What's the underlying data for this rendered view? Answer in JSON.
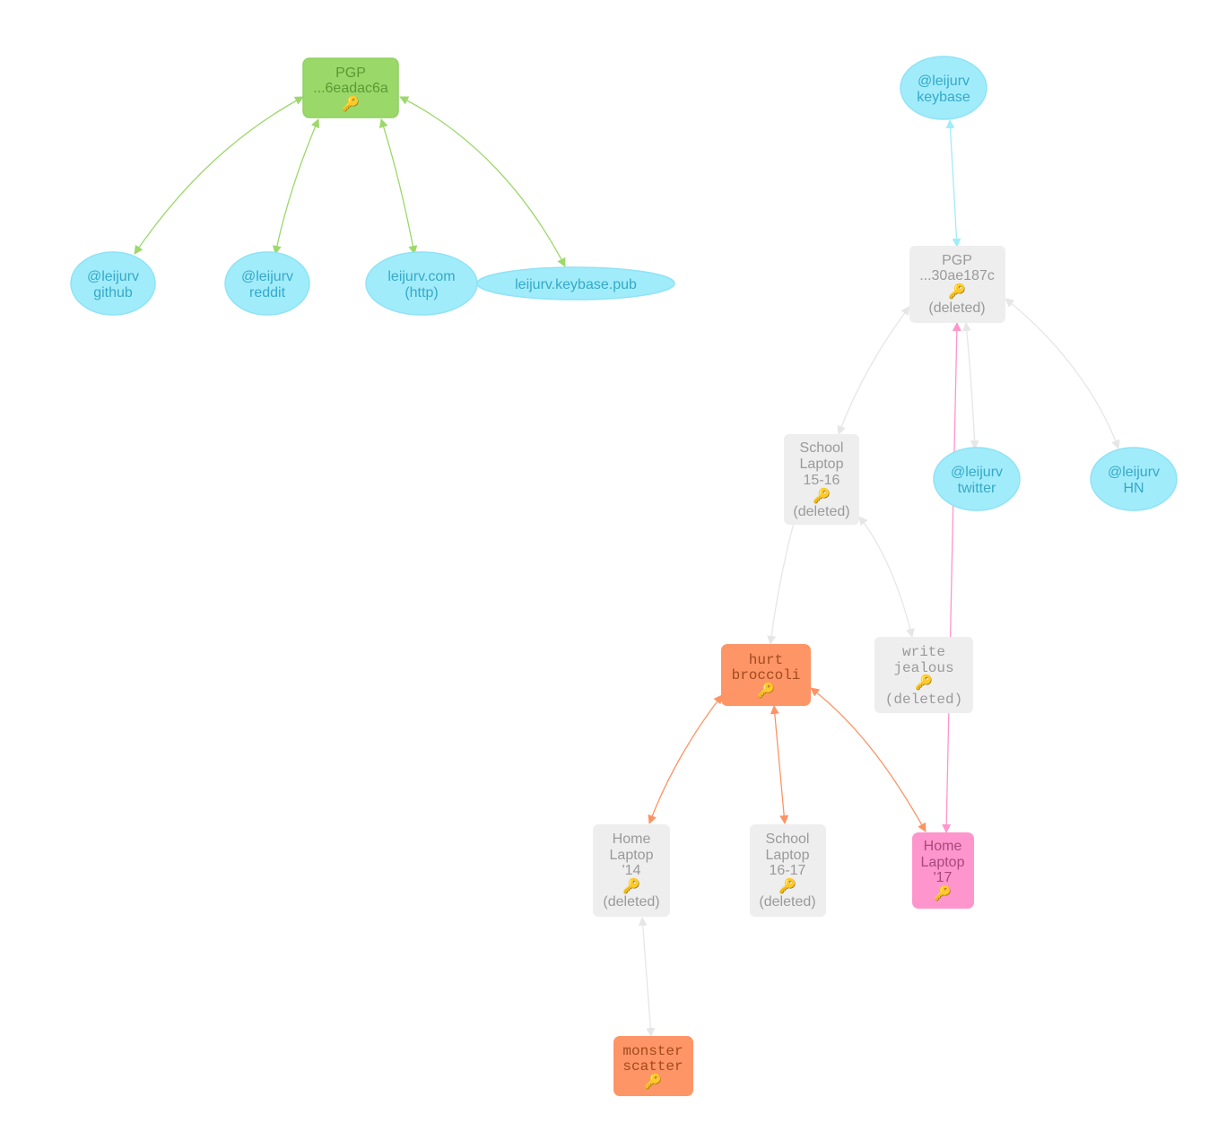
{
  "colors": {
    "green_fill": "#9bd86a",
    "green_stroke": "#8fd063",
    "green_text": "#5a9a33",
    "cyan_fill": "#a1ecfb",
    "cyan_stroke": "#8fe3f5",
    "cyan_text": "#36a9c7",
    "gray_fill": "#eeeeee",
    "gray_text": "#9a9a9a",
    "orange_fill": "#fe9566",
    "orange_text": "#a24a1f",
    "pink_fill": "#ff95cd",
    "pink_text": "#a8487c",
    "key_gold": "#e8a820",
    "edge_green": "#9dd86b",
    "edge_cyan": "#a1ecfb",
    "edge_gray": "#e6e6e6",
    "edge_orange": "#fd9363",
    "edge_pink": "#ff95cd"
  },
  "icons": {
    "key": "🔑"
  },
  "nodes": {
    "pgp1": {
      "lines": [
        "PGP",
        "...6eadac6a"
      ],
      "key": true
    },
    "gh": {
      "lines": [
        "@leijurv",
        "github"
      ]
    },
    "rd": {
      "lines": [
        "@leijurv",
        "reddit"
      ]
    },
    "web": {
      "lines": [
        "leijurv.com",
        "(http)"
      ]
    },
    "kbpub": {
      "lines": [
        "leijurv.keybase.pub"
      ]
    },
    "kb": {
      "lines": [
        "@leijurv",
        "keybase"
      ]
    },
    "pgp2": {
      "lines": [
        "PGP",
        "...30ae187c"
      ],
      "key": true,
      "extra": "(deleted)"
    },
    "sl1516": {
      "lines": [
        "School",
        "Laptop",
        "15-16"
      ],
      "key": true,
      "extra": "(deleted)"
    },
    "tw": {
      "lines": [
        "@leijurv",
        "twitter"
      ]
    },
    "hn": {
      "lines": [
        "@leijurv",
        "HN"
      ]
    },
    "hb": {
      "lines": [
        "hurt",
        "broccoli"
      ],
      "key": true
    },
    "wj": {
      "lines": [
        "write",
        "jealous"
      ],
      "key": true,
      "extra": "(deleted)"
    },
    "hl14": {
      "lines": [
        "Home",
        "Laptop",
        "'14"
      ],
      "key": true,
      "extra": "(deleted)"
    },
    "sl1617": {
      "lines": [
        "School",
        "Laptop",
        "16-17"
      ],
      "key": true,
      "extra": "(deleted)"
    },
    "hl17": {
      "lines": [
        "Home",
        "Laptop",
        "'17"
      ],
      "key": true
    },
    "ms": {
      "lines": [
        "monster",
        "scatter"
      ],
      "key": true
    }
  }
}
